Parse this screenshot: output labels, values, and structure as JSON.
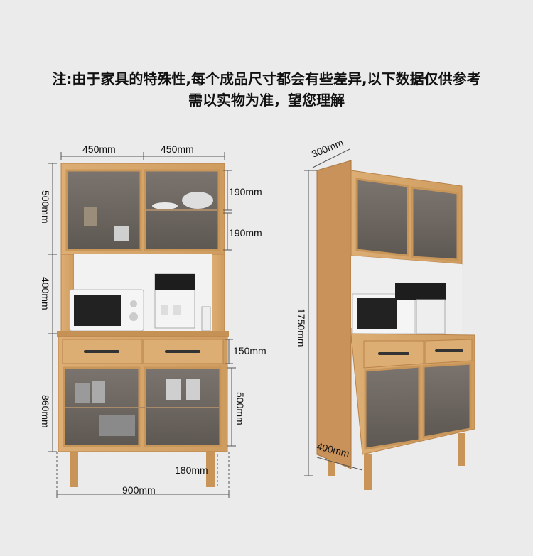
{
  "note": {
    "line1": "注:由于家具的特殊性,每个成品尺寸都会有些差异,以下数据仅供参考",
    "line2": "需以实物为准，望您理解"
  },
  "front_view": {
    "width_left": "450mm",
    "width_right": "450mm",
    "upper_height": "500mm",
    "shelf_top": "190mm",
    "shelf_bottom": "190mm",
    "middle_height": "400mm",
    "drawer_height": "150mm",
    "lower_height": "860mm",
    "door_height": "500mm",
    "leg_height": "180mm",
    "total_width": "900mm"
  },
  "side_view": {
    "depth_top": "300mm",
    "total_height": "1750mm",
    "depth_bottom": "400mm"
  },
  "colors": {
    "background": "#ebebeb",
    "wood": "#d9a86c",
    "wood_dark": "#b9834b",
    "glass": "#6b6560",
    "dim_line": "#555555"
  }
}
